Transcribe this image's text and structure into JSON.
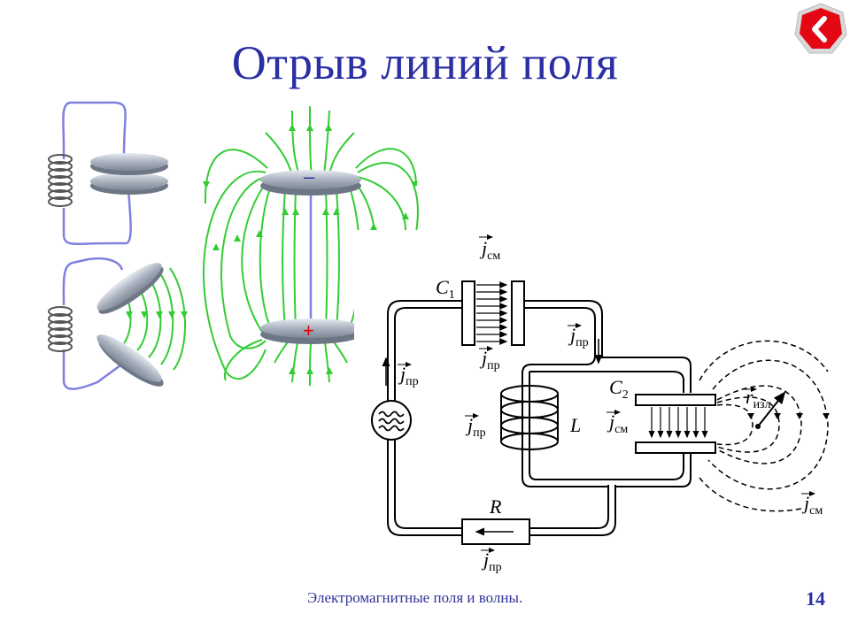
{
  "header": {
    "title": "Отрыв линий поля"
  },
  "nav": {
    "back_icon": "chevron-left-icon",
    "accent": "#e30613"
  },
  "figure": {
    "labels": {
      "c1": "C",
      "c1_sub": "1",
      "c2": "C",
      "c2_sub": "2",
      "inductor": "L",
      "resistor": "R",
      "j": "j",
      "sub_sm": "см",
      "sub_pr": "пр",
      "r": "r",
      "sub_izl": "изл",
      "plus": "+",
      "minus": "–"
    },
    "colors": {
      "field_lines": "#33cc33",
      "wire": "#8080e0",
      "plate": "#b8bec8"
    }
  },
  "footer": {
    "text": "Электромагнитные поля и волны.",
    "page": "14"
  }
}
